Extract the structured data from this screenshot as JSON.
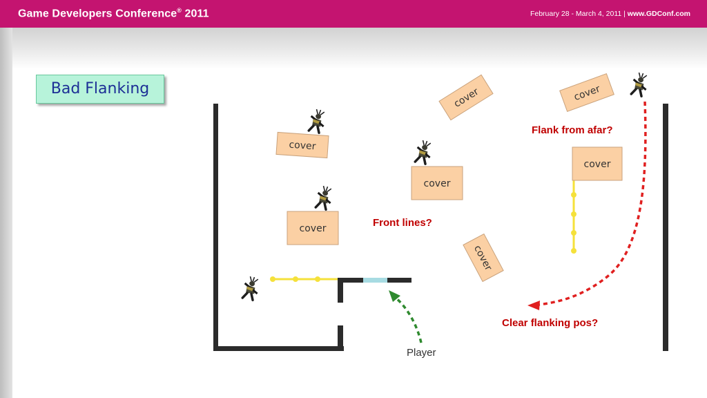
{
  "header": {
    "title": "Game Developers Conference",
    "title_mark": "®",
    "title_year": " 2011",
    "dates": "February 28 - March 4, 2011 | ",
    "url": "www.GDConf.com"
  },
  "slide": {
    "title": "Bad Flanking"
  },
  "diagram": {
    "cover_label": "cover",
    "cover_count": 7,
    "enemy_count": 5,
    "labels": {
      "flank_from_afar": "Flank from afar?",
      "front_lines": "Front lines?",
      "clear_flanking": "Clear flanking pos?",
      "player": "Player"
    }
  },
  "colors": {
    "header": "#c41470",
    "cover_fill": "#fbd0a4",
    "cover_stroke": "#c9a27c",
    "wall": "#2b2b2b",
    "yellow_path": "#f5e13b",
    "red_path": "#e02020",
    "green_arrow": "#2f8a2f",
    "label_red": "#c00000",
    "door": "#a7dbe2"
  }
}
